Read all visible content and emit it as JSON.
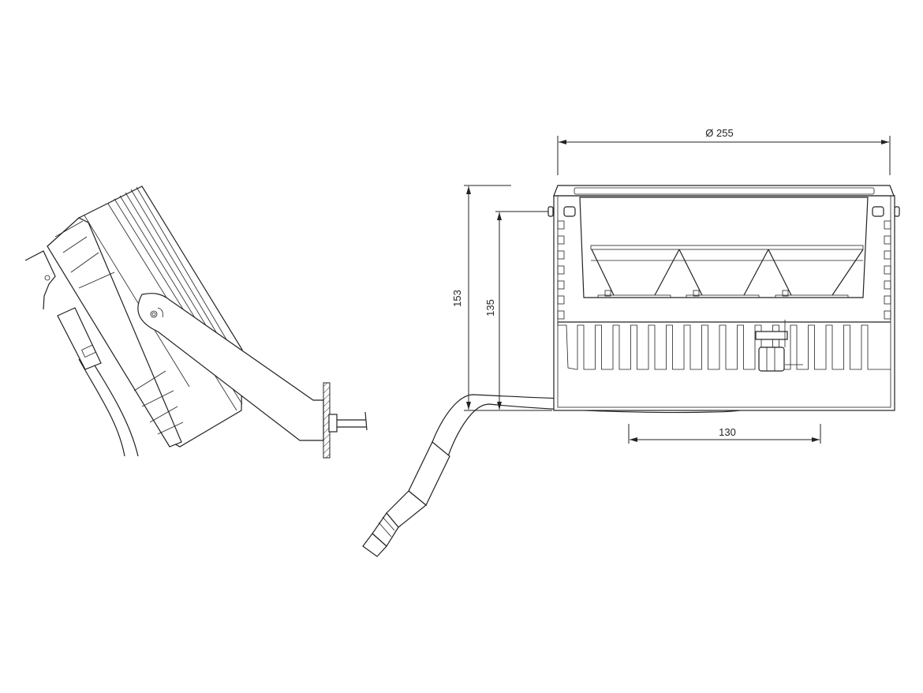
{
  "dimensions": {
    "diameter": "Ø 255",
    "overall_height": "153",
    "body_height": "135",
    "mount_width": "130"
  },
  "colors": {
    "line": "#222222",
    "background": "#ffffff"
  }
}
